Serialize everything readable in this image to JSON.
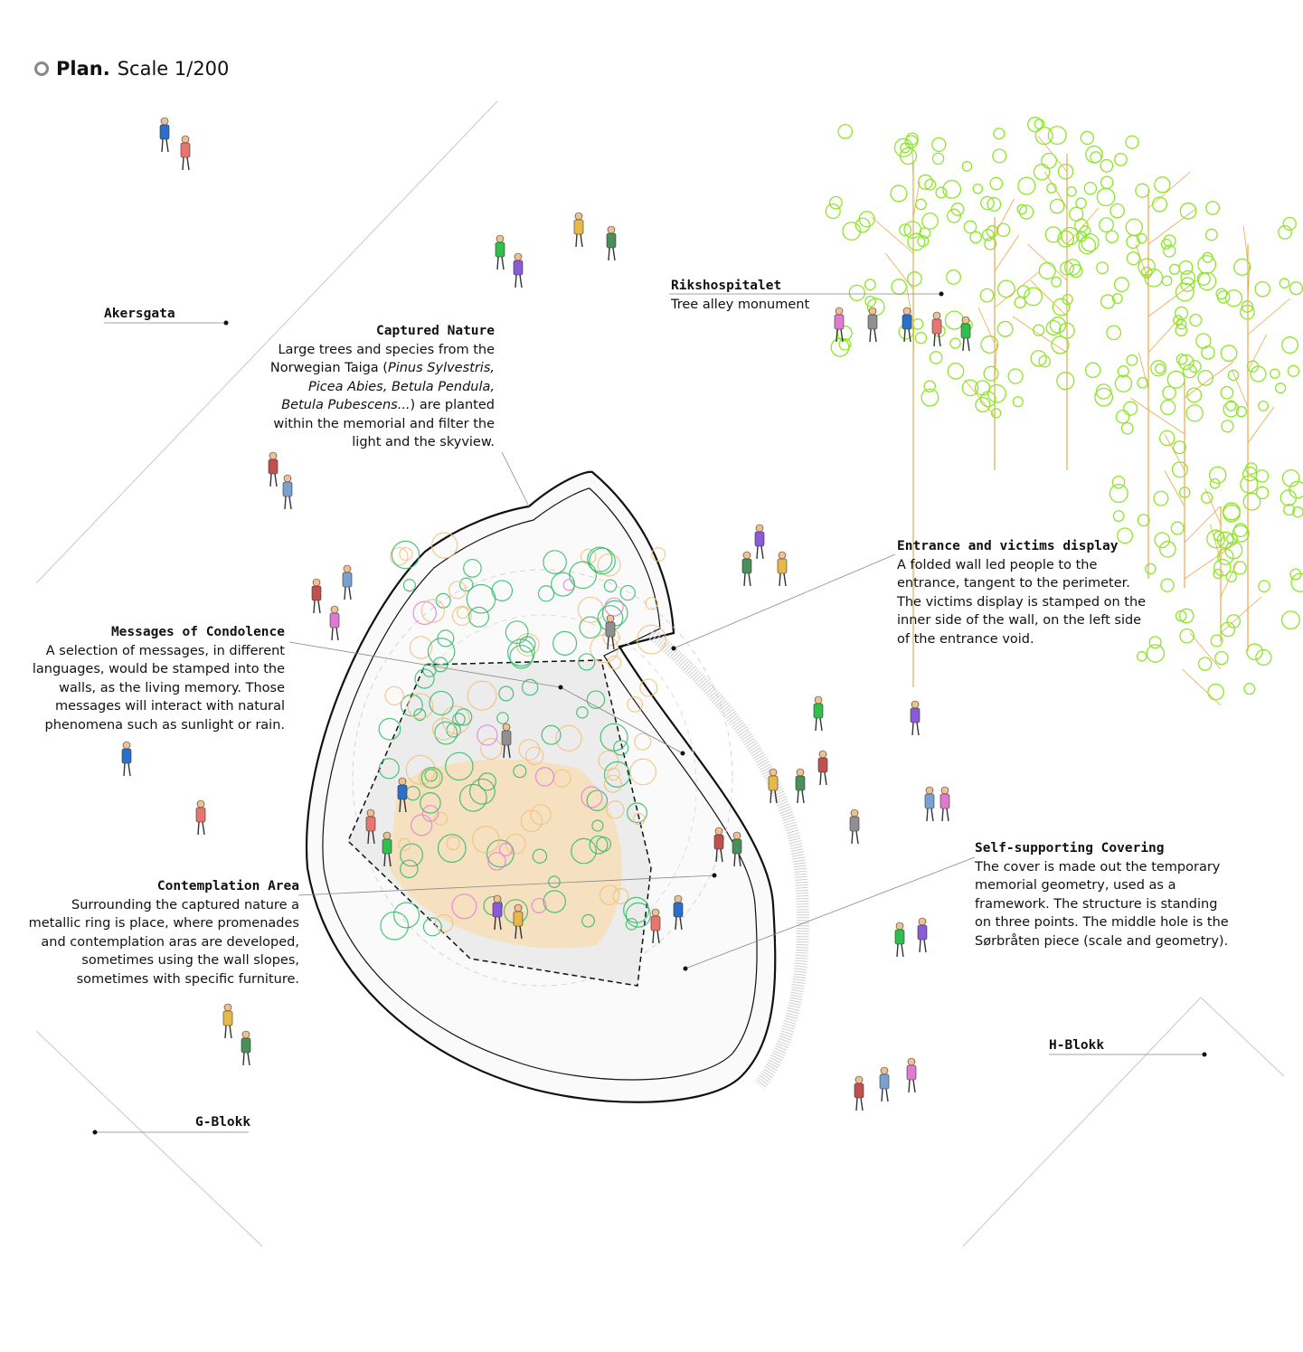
{
  "title": {
    "bold": "Plan.",
    "rest": "Scale 1/200"
  },
  "places": {
    "akersgata": "Akersgata",
    "rikshospitalet": "Rikshospitalet",
    "rikshospitalet_sub": "Tree alley monument",
    "g_blokk": "G-Blokk",
    "h_blokk": "H-Blokk"
  },
  "annotations": {
    "captured_nature": {
      "heading": "Captured Nature",
      "line1": "Large trees and species from the",
      "line2a": "Norwegian Taiga (",
      "line2b": "Pinus Sylvestris,",
      "line3": "Picea Abies, Betula Pendula,",
      "line4a": "Betula Pubescens...",
      "line4b": ") are planted",
      "line5": "within the memorial and filter the",
      "line6": "light and the skyview."
    },
    "messages": {
      "heading": "Messages of Condolence",
      "lines": [
        "A selection of messages, in different",
        "languages, would be stamped into the",
        "walls, as the living memory. Those",
        "messages will interact with natural",
        "phenomena such as sunlight or rain."
      ]
    },
    "contemplation": {
      "heading": "Contemplation Area",
      "lines": [
        "Surrounding the captured nature a",
        "metallic ring is place, where promenades",
        "and contemplation aras are developed,",
        "sometimes using the wall slopes,",
        "sometimes with specific furniture."
      ]
    },
    "entrance": {
      "heading": "Entrance and victims display",
      "lines": [
        "A folded wall led people to the",
        "entrance, tangent to the perimeter.",
        "The victims display is stamped on the",
        "inner side of the wall, on the left side",
        "of the entrance void."
      ]
    },
    "covering": {
      "heading": "Self-supporting Covering",
      "lines": [
        "The cover is made out the temporary",
        "memorial geometry, used as a",
        "framework. The structure is standing",
        "on three points. The middle hole is the",
        "Sørbråten piece (scale and geometry)."
      ]
    }
  },
  "colors": {
    "tree_light": "#8ee62a",
    "tree_trunk": "#e8a84a",
    "canopy_green": "#2fb865",
    "canopy_orange": "#f2c07a",
    "wall": "#111111",
    "guide": "#bbbbbb"
  }
}
